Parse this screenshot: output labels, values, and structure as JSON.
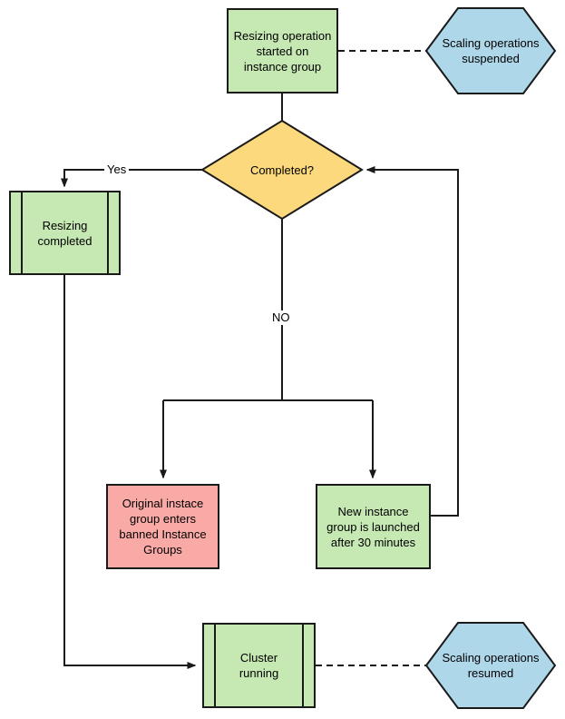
{
  "nodes": {
    "start": {
      "label": "Resizing operation\nstarted on\ninstance group",
      "type": "process"
    },
    "suspended": {
      "label": "Scaling operations\nsuspended",
      "type": "hexagon"
    },
    "completed": {
      "label": "Completed?",
      "type": "decision"
    },
    "resizing_completed": {
      "label": "Resizing\ncompleted",
      "type": "predefined-process"
    },
    "banned": {
      "label": "Original instace\ngroup enters\nbanned Instance\nGroups",
      "type": "process"
    },
    "new_group": {
      "label": "New instance\ngroup is launched\nafter 30 minutes",
      "type": "process"
    },
    "cluster_running": {
      "label": "Cluster\nrunning",
      "type": "predefined-process"
    },
    "resumed": {
      "label": "Scaling operations\nresumed",
      "type": "hexagon"
    }
  },
  "edge_labels": {
    "yes": "Yes",
    "no": "NO"
  },
  "colors": {
    "green": "#c6e8b3",
    "blue": "#aed7ea",
    "yellow": "#fcd97d",
    "red": "#f9aaa6",
    "border": "#1a1a1a",
    "line": "#000000"
  }
}
